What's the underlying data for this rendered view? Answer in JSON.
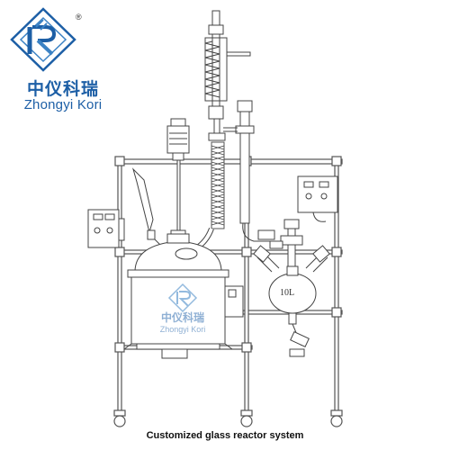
{
  "brand": {
    "name_cn": "中仪科瑞",
    "name_en": "Zhongyi Kori",
    "mark": "®",
    "primary_color": "#1d5fa6",
    "accent_color": "#3b82c4"
  },
  "watermark": {
    "name_cn": "中仪科瑞",
    "name_en": "Zhongyi Kori"
  },
  "diagram": {
    "flask_label": "10L"
  },
  "caption": "Customized glass reactor system"
}
